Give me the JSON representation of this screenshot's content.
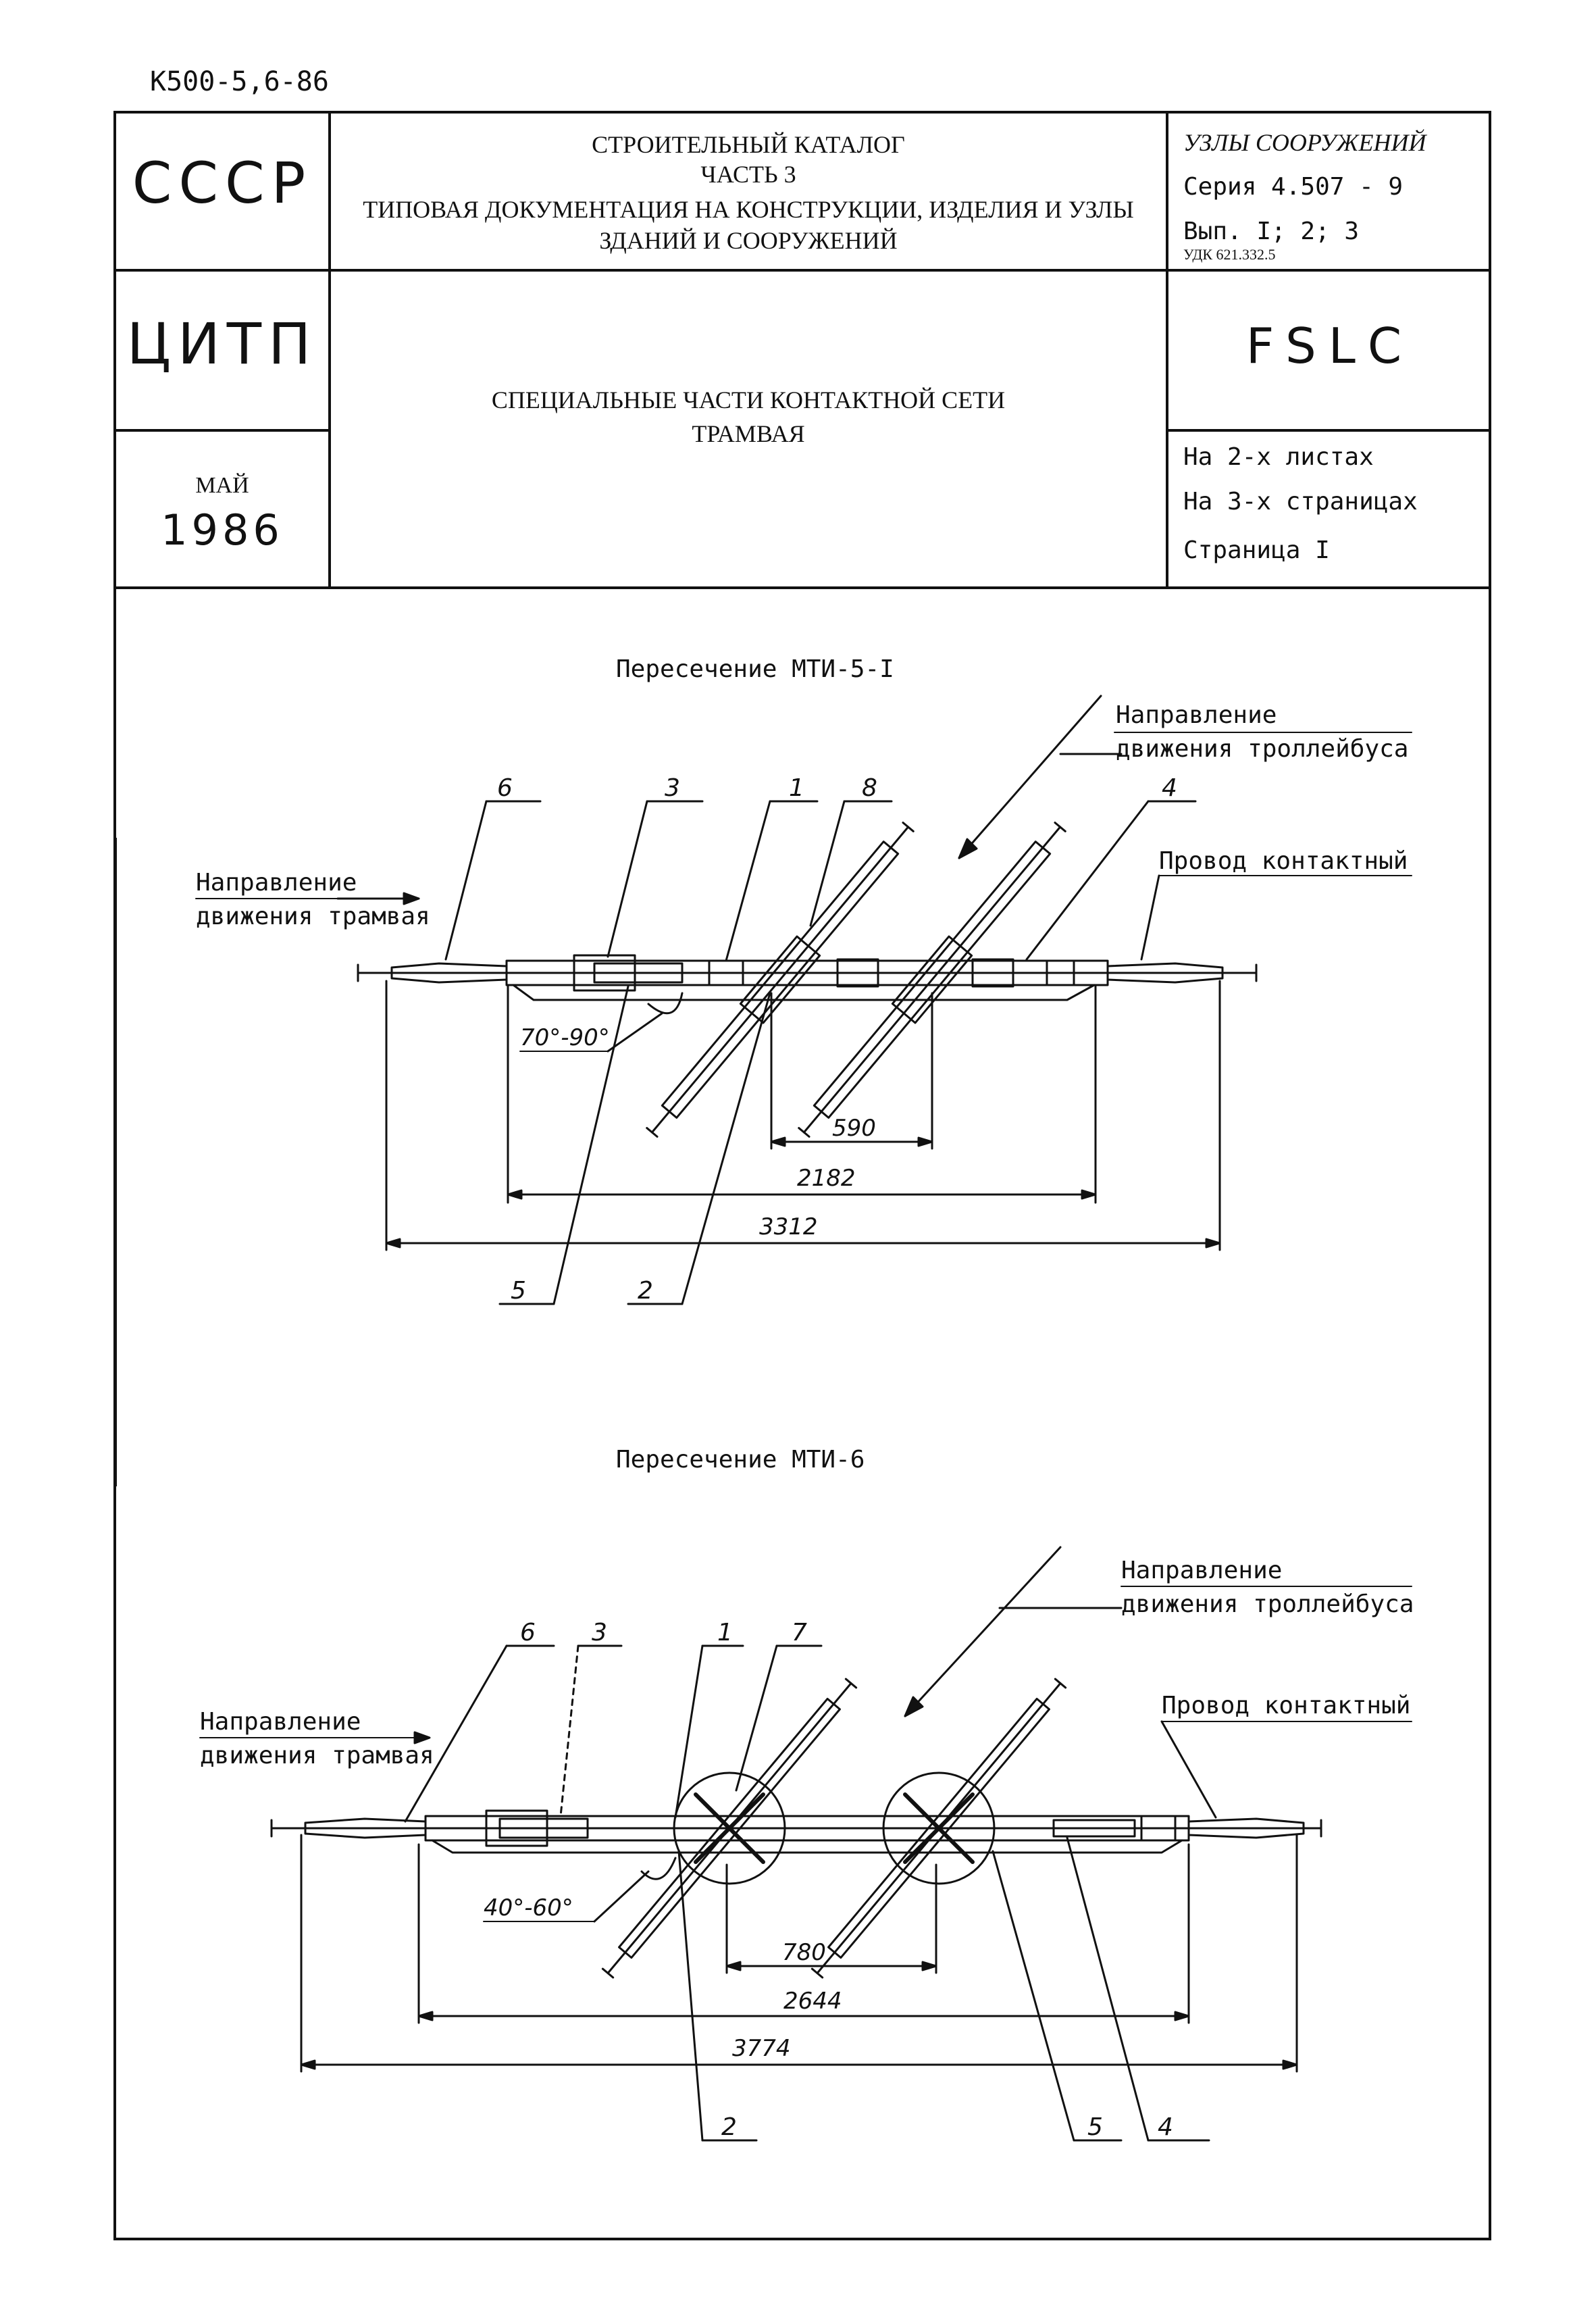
{
  "document_code": "К500-5,6-86",
  "title_block": {
    "country": "СССР",
    "agency": "ЦИТП",
    "month": "МАЙ",
    "year": "1986",
    "catalog_line1": "СТРОИТЕЛЬНЫЙ КАТАЛОГ",
    "catalog_line2": "ЧАСТЬ 3",
    "catalog_line3": "ТИПОВАЯ ДОКУМЕНТАЦИЯ НА КОНСТРУКЦИИ, ИЗДЕЛИЯ И УЗЛЫ",
    "catalog_line4": "ЗДАНИЙ И СООРУЖЕНИЙ",
    "subject_line1": "СПЕЦИАЛЬНЫЕ ЧАСТИ КОНТАКТНОЙ СЕТИ",
    "subject_line2": "ТРАМВАЯ",
    "section": "УЗЛЫ СООРУЖЕНИЙ",
    "series": "Серия 4.507 - 9",
    "issue": "Вып. I; 2; 3",
    "udk": "УДК 621.332.5",
    "code": "FSLC",
    "sheets": "На 2-х листах",
    "pages": "На 3-х страницах",
    "page": "Страница I"
  },
  "drawing1": {
    "caption": "Пересечение МТИ-5-I",
    "trolleybus_dir_1": "Направление",
    "trolleybus_dir_2": "движения троллейбуса",
    "tram_dir_1": "Направление",
    "tram_dir_2": "движения трамвая",
    "wire": "Провод контактный",
    "angle": "70°-90°",
    "dim_small": "590",
    "dim_mid": "2182",
    "dim_total": "3312",
    "callouts": [
      "6",
      "3",
      "1",
      "8",
      "4",
      "5",
      "2"
    ]
  },
  "drawing2": {
    "caption": "Пересечение МТИ-6",
    "trolleybus_dir_1": "Направление",
    "trolleybus_dir_2": "движения троллейбуса",
    "tram_dir_1": "Направление",
    "tram_dir_2": "движения трамвая",
    "wire": "Провод контактный",
    "angle": "40°-60°",
    "dim_small": "780",
    "dim_mid": "2644",
    "dim_total": "3774",
    "callouts": [
      "6",
      "3",
      "1",
      "7",
      "2",
      "5",
      "4"
    ]
  }
}
